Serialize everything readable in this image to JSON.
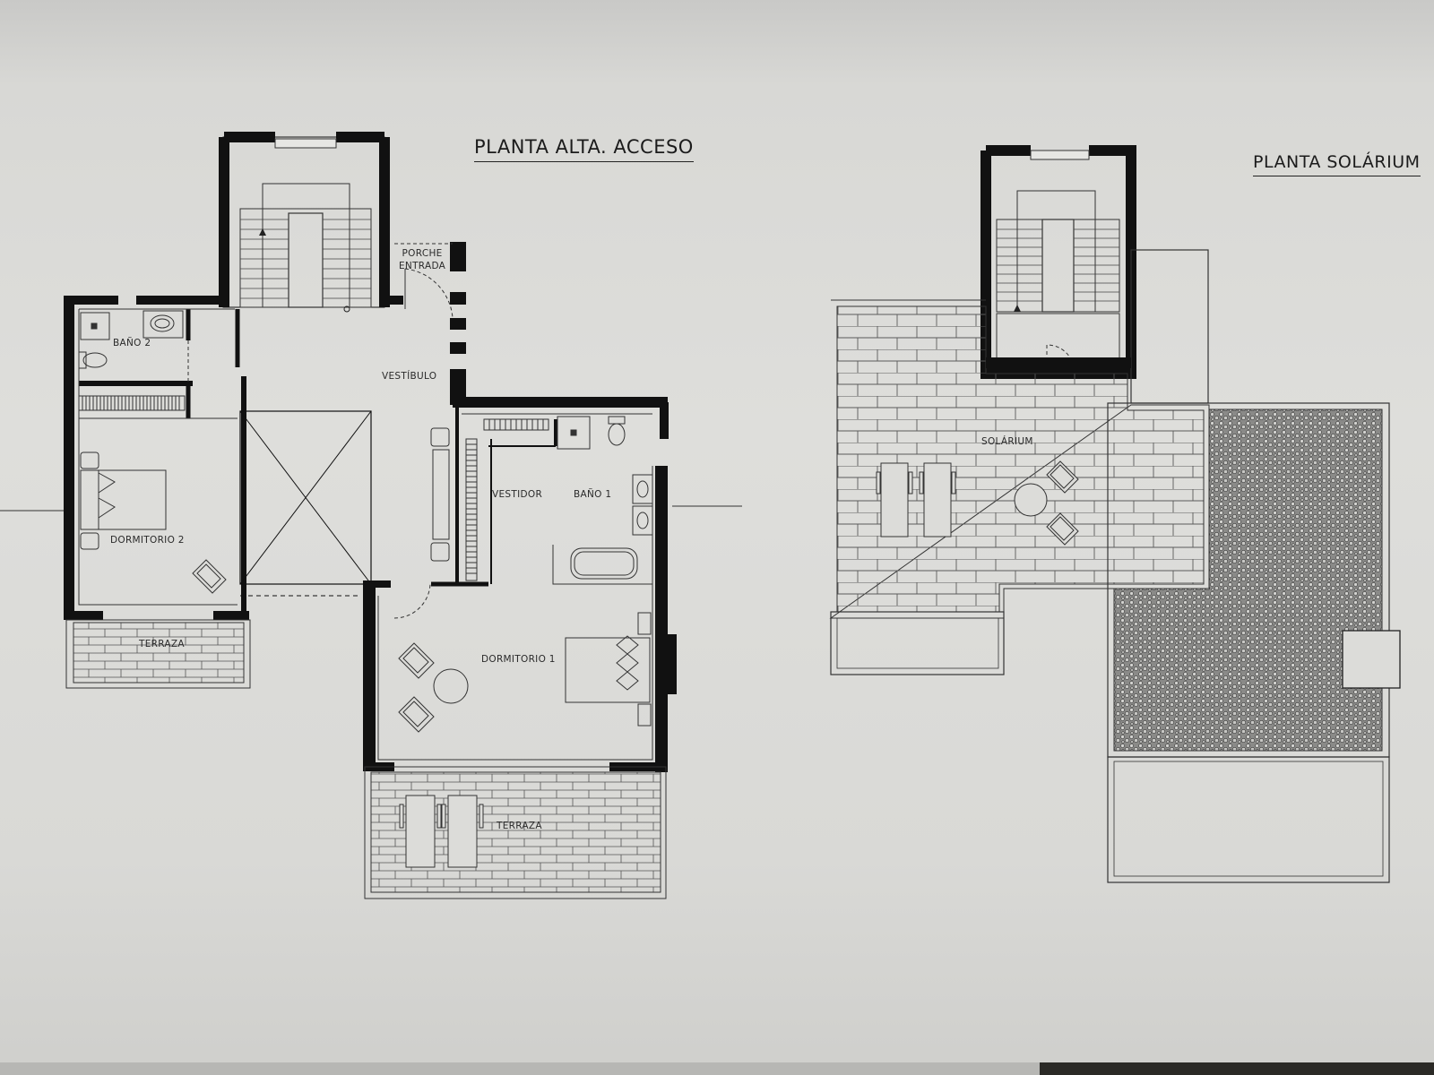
{
  "plans": {
    "upper_floor": {
      "title": "PLANTA ALTA. ACCESO",
      "rooms": {
        "porche": "PORCHE",
        "entrada": "ENTRADA",
        "vestibulo": "VESTÍBULO",
        "bano2": "BAÑO 2",
        "dormitorio2": "DORMITORIO 2",
        "terraza_left": "TERRAZA",
        "vestidor": "VESTIDOR",
        "bano1": "BAÑO 1",
        "dormitorio1": "DORMITORIO 1",
        "terraza_bottom": "TERRAZA"
      }
    },
    "solarium_floor": {
      "title": "PLANTA SOLÁRIUM",
      "rooms": {
        "solarium": "SOLÁRIUM"
      }
    }
  },
  "colors": {
    "wall": "#111111",
    "line": "#2a2a2a",
    "background": "#dcdcd9"
  }
}
